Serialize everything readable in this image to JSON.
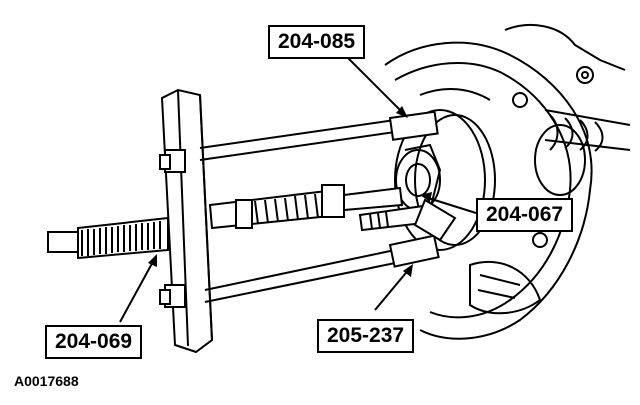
{
  "figure": {
    "id": "A0017688",
    "callouts": {
      "tool_top": "204-085",
      "tool_right": "204-067",
      "tool_bottom": "205-237",
      "tool_left": "204-069"
    }
  }
}
